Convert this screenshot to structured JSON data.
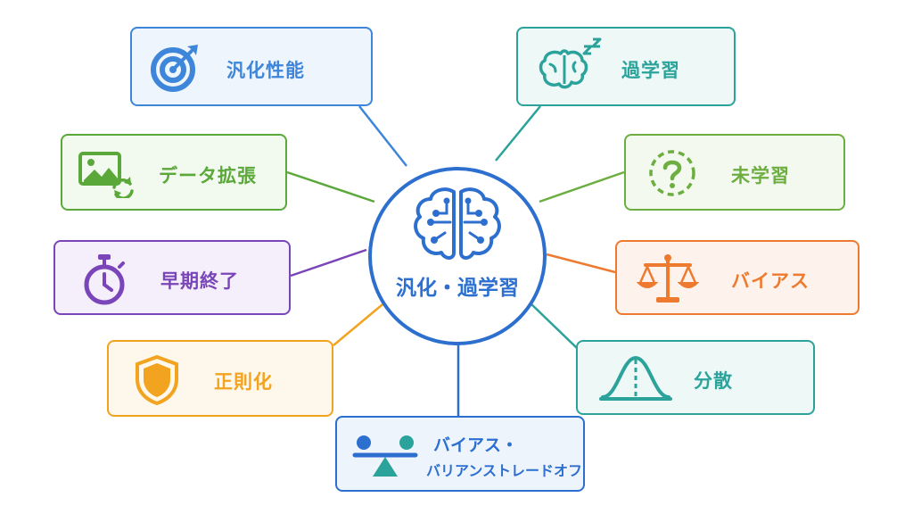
{
  "center": {
    "label": "汎化・過学習",
    "icon": "brain-circuit-icon",
    "color": "#2c6fcf"
  },
  "nodes": [
    {
      "id": "generalization",
      "label": "汎化性能",
      "icon": "target-icon",
      "color": "#3e86d9",
      "bg": "#eef5fd"
    },
    {
      "id": "data-augmentation",
      "label": "データ拡張",
      "icon": "image-refresh-icon",
      "color": "#5aa839",
      "bg": "#f2f9ee"
    },
    {
      "id": "early-stopping",
      "label": "早期終了",
      "icon": "stopwatch-icon",
      "color": "#7a45b8",
      "bg": "#f4effb"
    },
    {
      "id": "regularization",
      "label": "正則化",
      "icon": "shield-icon",
      "color": "#f2a31f",
      "bg": "#fef7eb"
    },
    {
      "id": "bias-variance-tradeoff",
      "label_line1": "バイアス・",
      "label_line2": "バリアンストレードオフ",
      "icon": "seesaw-icon",
      "color": "#2c6fcf",
      "bg": "#eef4fc"
    },
    {
      "id": "variance",
      "label": "分散",
      "icon": "bell-curve-icon",
      "color": "#2ba39b",
      "bg": "#edf8f7"
    },
    {
      "id": "bias",
      "label": "バイアス",
      "icon": "balance-scale-icon",
      "color": "#ee7a2f",
      "bg": "#fef3ec"
    },
    {
      "id": "underfitting",
      "label": "未学習",
      "icon": "question-circle-icon",
      "color": "#6cae3f",
      "bg": "#f3f9ee"
    },
    {
      "id": "overfitting",
      "label": "過学習",
      "icon": "sleeping-brain-icon",
      "color": "#2ba39b",
      "bg": "#edf8f7"
    }
  ]
}
